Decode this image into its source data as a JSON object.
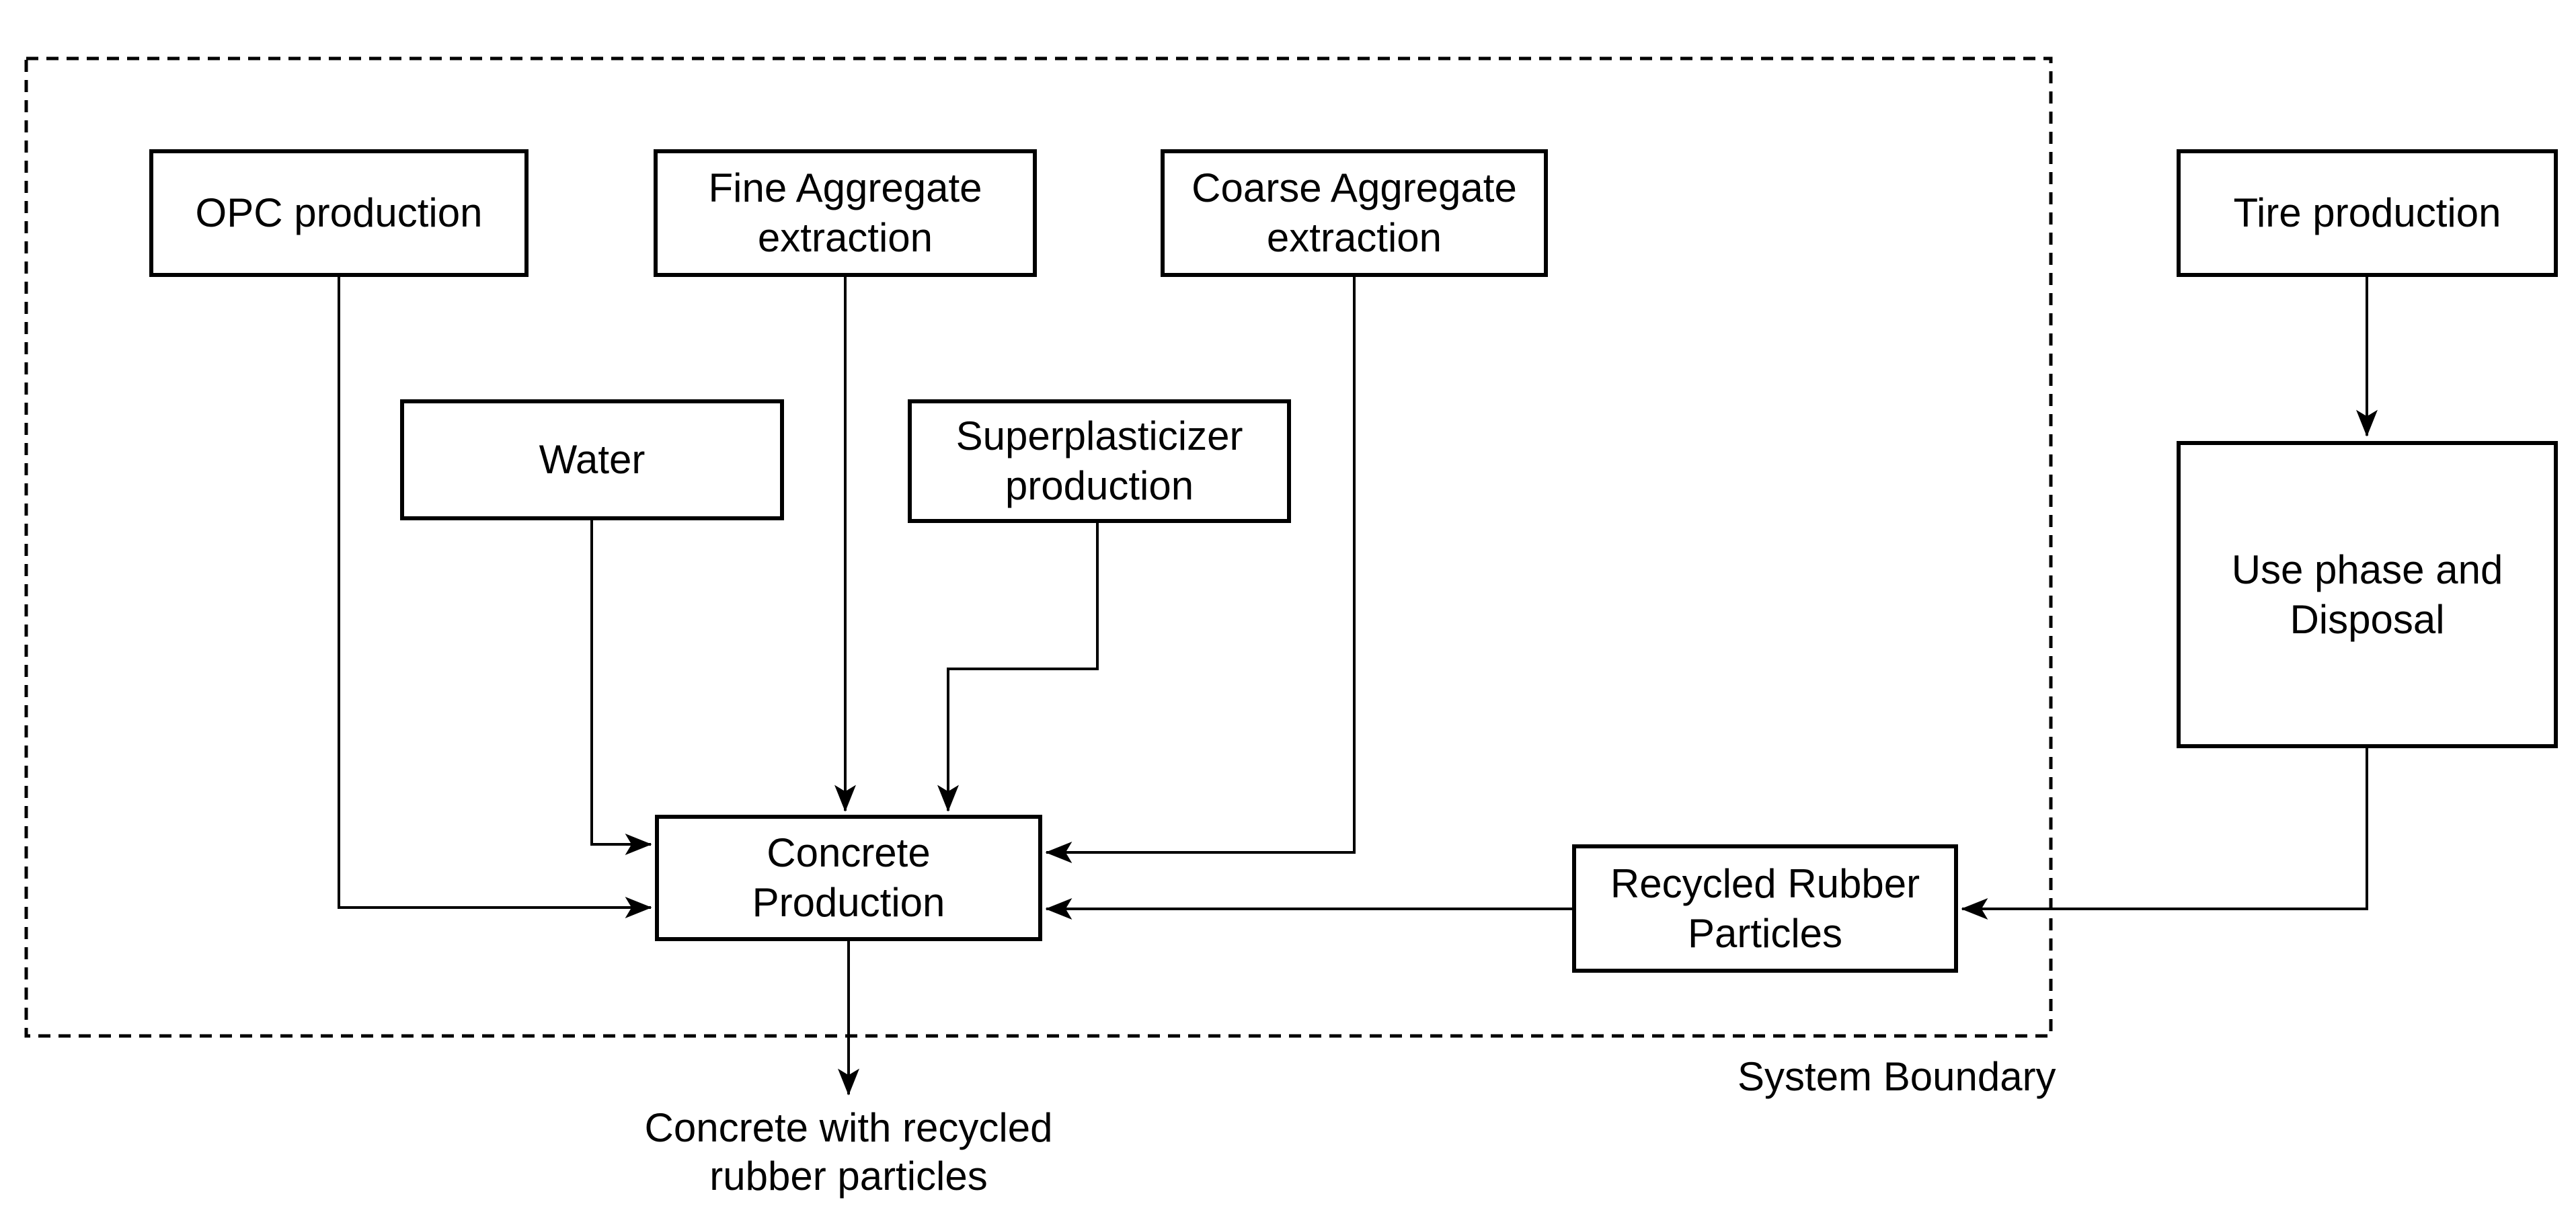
{
  "diagram": {
    "title_hint": "LCA system boundary flowchart for concrete with recycled rubber particles",
    "boundary_label": "System Boundary",
    "output_label": "Concrete with recycled\nrubber particles",
    "colors": {
      "line": "#000000",
      "background": "#ffffff",
      "box_fill": "#ffffff",
      "text": "#000000"
    },
    "nodes": {
      "opc": {
        "label": "OPC production"
      },
      "fine": {
        "label": "Fine Aggregate\nextraction"
      },
      "coarse": {
        "label": "Coarse Aggregate\nextraction"
      },
      "tire": {
        "label": "Tire production"
      },
      "water": {
        "label": "Water"
      },
      "superplasticizer": {
        "label": "Superplasticizer\nproduction"
      },
      "use_phase": {
        "label": "Use phase and\nDisposal"
      },
      "concrete": {
        "label": "Concrete\nProduction"
      },
      "rubber": {
        "label": "Recycled Rubber\nParticles"
      }
    },
    "edges": [
      {
        "from": "OPC production",
        "to": "Concrete Production"
      },
      {
        "from": "Fine Aggregate extraction",
        "to": "Concrete Production"
      },
      {
        "from": "Coarse Aggregate extraction",
        "to": "Concrete Production"
      },
      {
        "from": "Water",
        "to": "Concrete Production"
      },
      {
        "from": "Superplasticizer production",
        "to": "Concrete Production"
      },
      {
        "from": "Tire production",
        "to": "Use phase and Disposal"
      },
      {
        "from": "Use phase and Disposal",
        "to": "Recycled Rubber Particles"
      },
      {
        "from": "Recycled Rubber Particles",
        "to": "Concrete Production"
      },
      {
        "from": "Concrete Production",
        "to": "Concrete with recycled rubber particles"
      }
    ]
  }
}
